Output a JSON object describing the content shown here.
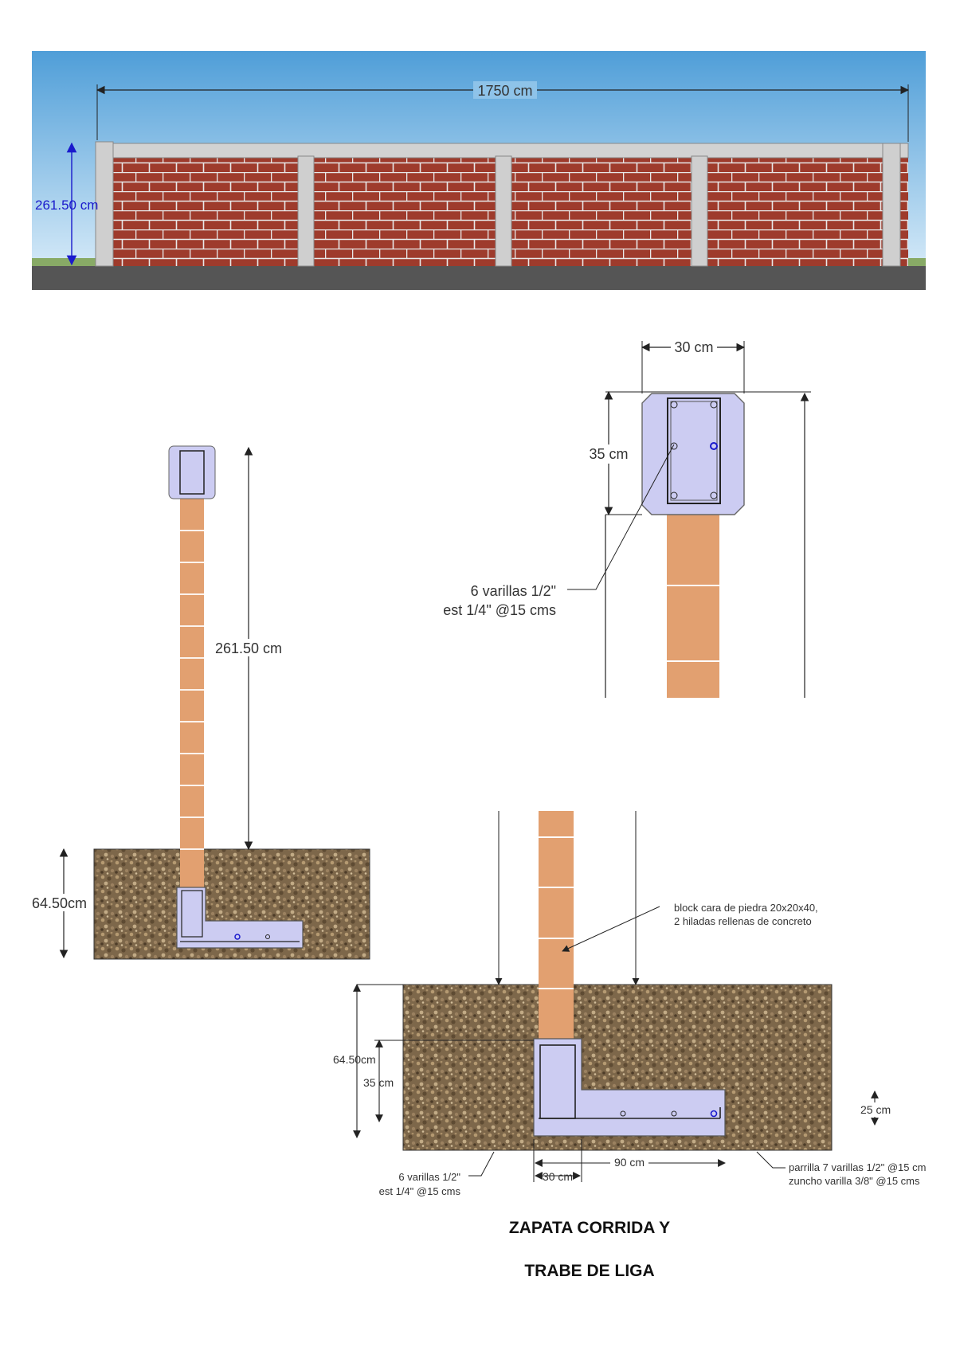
{
  "elevation": {
    "width_label": "1750 cm",
    "height_label": "261.50 cm"
  },
  "column_section": {
    "width_label": "30 cm",
    "depth_label": "35 cm",
    "rebar_line1": "6 varillas 1/2\"",
    "rebar_line2": "est 1/4\" @15 cms"
  },
  "small_section": {
    "height_label": "261.50 cm",
    "depth_label": "64.50cm"
  },
  "footing_section": {
    "block_note_line1": "block cara de piedra 20x20x40,",
    "block_note_line2": "2 hiladas rellenas de concreto",
    "depth_label": "64.50cm",
    "beam_height_label": "35 cm",
    "slab_thickness_label": "25 cm",
    "beam_width_label": "30 cm",
    "footing_width_label": "90 cm",
    "rebar_left_line1": "6 varillas 1/2\"",
    "rebar_left_line2": "est 1/4\" @15 cms",
    "rebar_right_line1": "parrilla 7 varillas 1/2\" @15 cm",
    "rebar_right_line2": "zuncho varilla 3/8\" @15 cms"
  },
  "caption": {
    "line1": "ZAPATA CORRIDA Y",
    "line2": "TRABE DE LIGA"
  },
  "colors": {
    "sky_top": "#5aa6de",
    "sky_bottom": "#d8ecf8",
    "brick": "#9e3b2c",
    "mortar": "#eaeaea",
    "concrete": "#d0d0d0",
    "block": "#e2a070",
    "beam": "#ccccf2",
    "soil": "#7a6448",
    "dim_blue": "#1a1acc"
  }
}
